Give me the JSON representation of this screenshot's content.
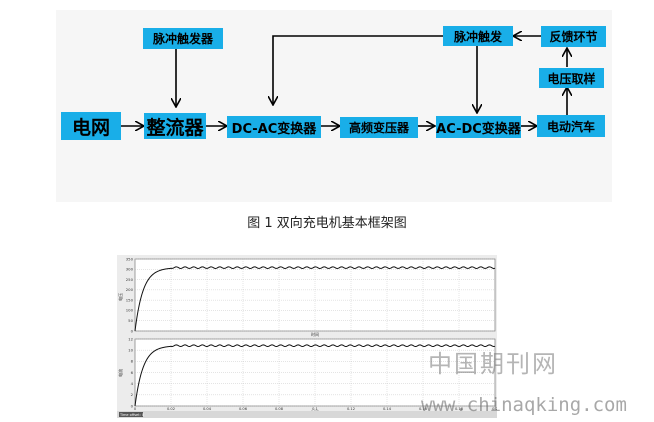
{
  "diagram": {
    "nodes": {
      "grid": "电网",
      "rectifier": "整流器",
      "pulse_trigger_1": "脉冲触发器",
      "dc_ac": "DC-AC变换器",
      "hf_transformer": "高频变压器",
      "ac_dc": "AC-DC变换器",
      "pulse_trigger_2": "脉冲触发",
      "feedback": "反馈环节",
      "voltage_sampling": "电压取样",
      "electric_vehicle": "电动汽车"
    },
    "edges": [
      {
        "from": "grid",
        "to": "rectifier"
      },
      {
        "from": "pulse_trigger_1",
        "to": "rectifier"
      },
      {
        "from": "rectifier",
        "to": "dc_ac"
      },
      {
        "from": "dc_ac",
        "to": "hf_transformer"
      },
      {
        "from": "hf_transformer",
        "to": "ac_dc"
      },
      {
        "from": "ac_dc",
        "to": "electric_vehicle"
      },
      {
        "from": "electric_vehicle",
        "to": "voltage_sampling"
      },
      {
        "from": "voltage_sampling",
        "to": "feedback"
      },
      {
        "from": "feedback",
        "to": "pulse_trigger_2"
      },
      {
        "from": "pulse_trigger_2",
        "to": "ac_dc"
      },
      {
        "from": "pulse_trigger_2",
        "to": "dc_ac"
      }
    ],
    "block_color": "#19aee8"
  },
  "caption": "图 1 双向充电机基本框架图",
  "plot": {
    "top_panel": {
      "yticks": [
        "350",
        "300",
        "250",
        "200",
        "150",
        "100",
        "50",
        "0"
      ],
      "ylabel": "电压",
      "xlabel": "时间"
    },
    "bottom_panel": {
      "yticks": [
        "12",
        "10",
        "8",
        "6",
        "4",
        "2",
        "0"
      ],
      "ylabel": "电流",
      "xlabel": "时间",
      "xticks": [
        "0",
        "0.02",
        "0.04",
        "0.06",
        "0.08",
        "0.1",
        "0.12",
        "0.14",
        "0.16",
        "0.18",
        "0.2"
      ]
    },
    "status_text": "Time offset: 0"
  },
  "watermark": {
    "cn": "中国期刊网",
    "url": "www.chinaqking.com"
  }
}
